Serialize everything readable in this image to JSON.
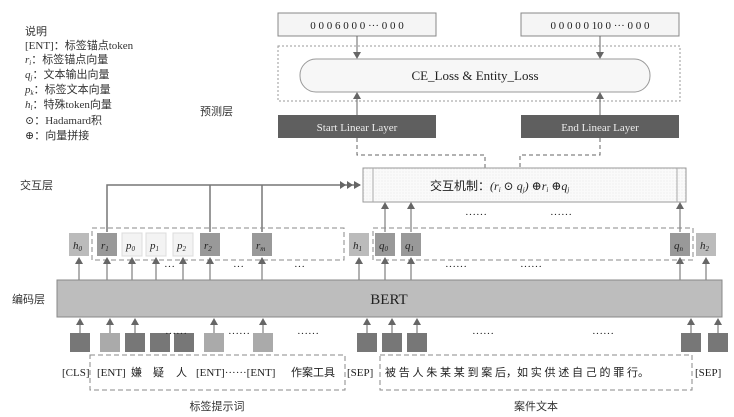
{
  "legend": {
    "title": "说明",
    "items": [
      {
        "sym": "[ENT]",
        "sub": "",
        "text": "：标签锚点token"
      },
      {
        "sym": "r",
        "sub": "i",
        "text": "：标签锚点向量"
      },
      {
        "sym": "q",
        "sub": "j",
        "text": "：文本输出向量"
      },
      {
        "sym": "p",
        "sub": "k",
        "text": "：标签文本向量"
      },
      {
        "sym": "h",
        "sub": "l",
        "text": "：特殊token向量"
      },
      {
        "sym": "⊙",
        "sub": "",
        "text": "：Hadamard积"
      },
      {
        "sym": "⊕",
        "sub": "",
        "text": "：向量拼接"
      }
    ]
  },
  "layers": {
    "predict": "预测层",
    "interact": "交互层",
    "encode": "编码层"
  },
  "labels": {
    "start": "0 0 0 6 0 0 0 ··· 0 0 0",
    "end": "0 0 0 0 0 10 0 ··· 0 0 0"
  },
  "loss": "CE_Loss & Entity_Loss",
  "start_linear": "Start Linear Layer",
  "end_linear": "End Linear Layer",
  "interaction": {
    "prefix": "交互机制：",
    "formula": "(r",
    "s1": "i",
    "odot": " ⊙ q",
    "s2": "j",
    "rest": ") ⊕r",
    "s3": "i",
    "rest2": " ⊕q",
    "s4": "j"
  },
  "vectors": [
    {
      "b": "h",
      "s": "0"
    },
    {
      "b": "r",
      "s": "1"
    },
    {
      "b": "p",
      "s": "0"
    },
    {
      "b": "p",
      "s": "1"
    },
    {
      "b": "p",
      "s": "2"
    },
    {
      "b": "r",
      "s": "2"
    },
    {
      "b": "r",
      "s": "m"
    },
    {
      "b": "h",
      "s": "1"
    },
    {
      "b": "q",
      "s": "0"
    },
    {
      "b": "q",
      "s": "1"
    },
    {
      "b": "q",
      "s": "n"
    },
    {
      "b": "h",
      "s": "2"
    }
  ],
  "encoder": "BERT",
  "dots": {
    "short": "···",
    "long": "······"
  },
  "tokens": {
    "cls": "[CLS]",
    "ent1": "[ENT]",
    "c1": "嫌",
    "c2": "疑",
    "c3": "人",
    "ent2": "[ENT]······[ENT]",
    "tool": "作案工具",
    "sep1": "[SEP]",
    "text": "被 告 人 朱 某 某 到 案 后，如 实 供 述 自 己 的 罪 行。",
    "sep2": "[SEP]"
  },
  "captions": {
    "prompt": "标签提示词",
    "case": "案件文本"
  }
}
